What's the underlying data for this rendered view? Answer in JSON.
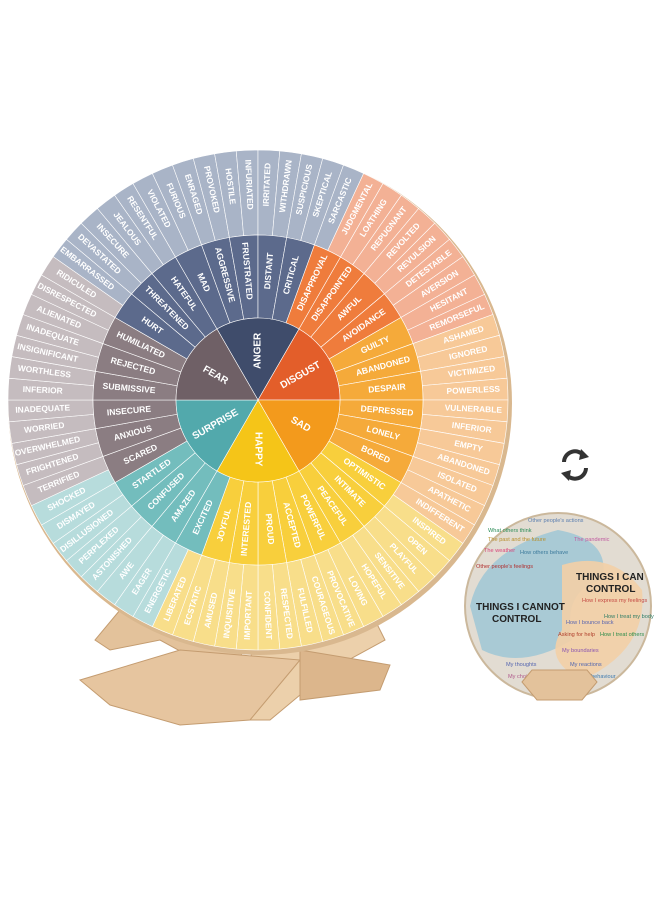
{
  "wheel": {
    "core": [
      {
        "label": "ANGER",
        "color": "#3f4c6b"
      },
      {
        "label": "DISGUST",
        "color": "#e35e2a"
      },
      {
        "label": "SAD",
        "color": "#f39a1c"
      },
      {
        "label": "HAPPY",
        "color": "#f5c518"
      },
      {
        "label": "SURPRISE",
        "color": "#52a9ac"
      },
      {
        "label": "FEAR",
        "color": "#6f6066"
      }
    ],
    "middle": [
      {
        "label": "HATEFUL",
        "color": "#5c6a8c"
      },
      {
        "label": "MAD",
        "color": "#5c6a8c"
      },
      {
        "label": "AGGRESSIVE",
        "color": "#5c6a8c"
      },
      {
        "label": "FRUSTRATED",
        "color": "#5c6a8c"
      },
      {
        "label": "DISTANT",
        "color": "#5c6a8c"
      },
      {
        "label": "CRITICAL",
        "color": "#5c6a8c"
      },
      {
        "label": "DISAPPROVAL",
        "color": "#ef7c3c"
      },
      {
        "label": "DISAPPOINTED",
        "color": "#ef7c3c"
      },
      {
        "label": "AWFUL",
        "color": "#ef7c3c"
      },
      {
        "label": "AVOIDANCE",
        "color": "#ef7c3c"
      },
      {
        "label": "GUILTY",
        "color": "#f5aa3a"
      },
      {
        "label": "ABANDONED",
        "color": "#f5aa3a"
      },
      {
        "label": "DESPAIR",
        "color": "#f5aa3a"
      },
      {
        "label": "DEPRESSED",
        "color": "#f5aa3a"
      },
      {
        "label": "LONELY",
        "color": "#f5aa3a"
      },
      {
        "label": "BORED",
        "color": "#f5aa3a"
      },
      {
        "label": "OPTIMISTIC",
        "color": "#f8cf3c"
      },
      {
        "label": "INTIMATE",
        "color": "#f8cf3c"
      },
      {
        "label": "PEACEFUL",
        "color": "#f8cf3c"
      },
      {
        "label": "POWERFUL",
        "color": "#f8cf3c"
      },
      {
        "label": "ACCEPTED",
        "color": "#f8cf3c"
      },
      {
        "label": "PROUD",
        "color": "#f8cf3c"
      },
      {
        "label": "INTERESTED",
        "color": "#f8cf3c"
      },
      {
        "label": "JOYFUL",
        "color": "#f8cf3c"
      },
      {
        "label": "EXCITED",
        "color": "#73bdbd"
      },
      {
        "label": "AMAZED",
        "color": "#73bdbd"
      },
      {
        "label": "CONFUSED",
        "color": "#73bdbd"
      },
      {
        "label": "STARTLED",
        "color": "#73bdbd"
      },
      {
        "label": "SCARED",
        "color": "#8b7d82"
      },
      {
        "label": "ANXIOUS",
        "color": "#8b7d82"
      },
      {
        "label": "INSECURE",
        "color": "#8b7d82"
      },
      {
        "label": "SUBMISSIVE",
        "color": "#8b7d82"
      },
      {
        "label": "REJECTED",
        "color": "#8b7d82"
      },
      {
        "label": "HUMILIATED",
        "color": "#8b7d82"
      },
      {
        "label": "HURT",
        "color": "#5c6a8c"
      },
      {
        "label": "THREATENED",
        "color": "#5c6a8c"
      }
    ],
    "outer_groups": [
      {
        "color": "#a9b4c7",
        "labels": [
          "JEALOUS",
          "RESENTFUL",
          "VIOLATED",
          "FURIOUS",
          "ENRAGED",
          "PROVOKED",
          "HOSTILE",
          "INFURIATED",
          "IRRITATED",
          "WITHDRAWN",
          "SUSPICIOUS",
          "SKEPTICAL",
          "SARCASTIC"
        ]
      },
      {
        "color": "#f3b195",
        "labels": [
          "JUDGMENTAL",
          "LOATHING",
          "REPUGNANT",
          "REVOLTED",
          "REVULSION",
          "DETESTABLE",
          "AVERSION",
          "HESITANT",
          "REMORSEFUL"
        ]
      },
      {
        "color": "#f7c998",
        "labels": [
          "ASHAMED",
          "IGNORED",
          "VICTIMIZED",
          "POWERLESS",
          "VULNERABLE",
          "INFERIOR",
          "EMPTY",
          "ABANDONED",
          "ISOLATED",
          "APATHETIC",
          "INDIFFERENT"
        ]
      },
      {
        "color": "#f8de8a",
        "labels": [
          "INSPIRED",
          "OPEN",
          "PLAYFUL",
          "SENSITIVE",
          "HOPEFUL",
          "LOVING",
          "PROVOCATIVE",
          "COURAGEOUS",
          "FULFILLED",
          "RESPECTED",
          "CONFIDENT",
          "IMPORTANT",
          "INQUISITIVE",
          "AMUSED",
          "ECSTATIC",
          "LIBERATED"
        ]
      },
      {
        "color": "#b7dcdc",
        "labels": [
          "ENERGETIC",
          "EAGER",
          "AWE",
          "ASTONISHED",
          "PERPLEXED",
          "DISILLUSIONED",
          "DISMAYED",
          "SHOCKED"
        ]
      },
      {
        "color": "#c5bcbf",
        "labels": [
          "TERRIFIED",
          "FRIGHTENED",
          "OVERWHELMED",
          "WORRIED",
          "INADEQUATE",
          "INFERIOR",
          "WORTHLESS",
          "INSIGNIFICANT",
          "INADEQUATE",
          "ALIENATED",
          "DISRESPECTED",
          "RIDICULED"
        ]
      },
      {
        "color": "#a9b4c7",
        "labels": [
          "EMBARRASSED",
          "DEVASTATED",
          "INSECURE"
        ]
      }
    ]
  },
  "small_disc": {
    "left_title": [
      "THINGS I CANNOT",
      "CONTROL"
    ],
    "right_title": [
      "THINGS I CAN",
      "CONTROL"
    ],
    "cannot_items": [
      "Other people's actions",
      "What others think",
      "The past and the future",
      "The weather",
      "How others behave",
      "Other people's feelings"
    ],
    "can_items": [
      "The pandemic",
      "How I express my feelings",
      "How I treat my body",
      "How I bounce back",
      "Asking for help",
      "How I treat others",
      "My boundaries",
      "My thoughts",
      "My reactions",
      "My choices",
      "My behaviour"
    ],
    "colors": {
      "bg": "#e2dcd2",
      "left_blob": "#9fc7d6",
      "right_blob": "#f3cfa6"
    }
  },
  "colors": {
    "wood": "#e9c9a2",
    "wood_dark": "#c9a47b",
    "disc_edge": "#d9b88f"
  }
}
